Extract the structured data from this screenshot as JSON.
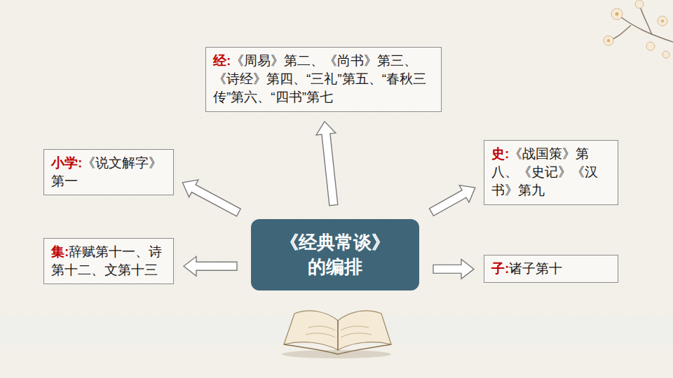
{
  "diagram": {
    "nodes": [
      {
        "text": [
          "经:",
          "《周易》第二、《尚书》第三、《诗经》第四、“三礼”第五、“春秋三传”第六、“四书”第七"
        ]
      },
      {
        "text": [
          "小学:",
          "《说文解字》第一"
        ]
      },
      {
        "text": [
          "史:",
          "《战国策》第八、《史记》《汉书》第九"
        ]
      },
      {
        "text": [
          "《经典常谈》的编排"
        ]
      },
      {
        "text": [
          "集:",
          "辞赋第十一、诗第十二、文第十三"
        ]
      },
      {
        "text": [
          "子:",
          "诸子第十"
        ]
      }
    ],
    "edges": [
      {
        "from": 3,
        "to": 0,
        "arrow": "to"
      },
      {
        "from": 3,
        "to": 1,
        "arrow": "to"
      },
      {
        "from": 3,
        "to": 2,
        "arrow": "to"
      },
      {
        "from": 3,
        "to": 4,
        "arrow": "to"
      },
      {
        "from": 3,
        "to": 5,
        "arrow": "to"
      }
    ]
  }
}
